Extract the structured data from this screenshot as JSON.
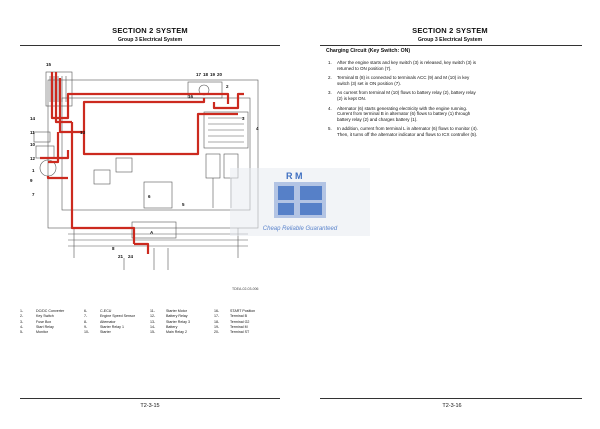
{
  "left_page": {
    "section": "SECTION 2 SYSTEM",
    "group": "Group 3 Electrical System",
    "figure_id": "TDEA-02-03-006",
    "page_number": "T2-3-15",
    "callouts": [
      "15",
      "17",
      "18",
      "19",
      "20",
      "16",
      "2",
      "3",
      "14",
      "11",
      "13",
      "10",
      "12",
      "1",
      "4",
      "9",
      "7",
      "5",
      "6",
      "8",
      "21",
      "24",
      "A"
    ],
    "legend": [
      [
        {
          "num": "1-",
          "label": "DC/DC Converter"
        },
        {
          "num": "2-",
          "label": "Key Switch"
        },
        {
          "num": "3-",
          "label": "Fuse Box"
        },
        {
          "num": "4-",
          "label": "Start Relay"
        },
        {
          "num": "5-",
          "label": "Monitor"
        }
      ],
      [
        {
          "num": "6-",
          "label": "C-ECU"
        },
        {
          "num": "7-",
          "label": "Engine Speed Sensor"
        },
        {
          "num": "8-",
          "label": "Alternator"
        },
        {
          "num": "9-",
          "label": "Starter Relay 1"
        },
        {
          "num": "10-",
          "label": "Starter"
        }
      ],
      [
        {
          "num": "11-",
          "label": "Starter Motor"
        },
        {
          "num": "12-",
          "label": "Battery Relay"
        },
        {
          "num": "13-",
          "label": "Starter Relay 3"
        },
        {
          "num": "14-",
          "label": "Battery"
        },
        {
          "num": "15-",
          "label": "Main Relay 2"
        }
      ],
      [
        {
          "num": "16-",
          "label": "START Position"
        },
        {
          "num": "17-",
          "label": "Terminal B"
        },
        {
          "num": "18-",
          "label": "Terminal G2"
        },
        {
          "num": "19-",
          "label": "Terminal M"
        },
        {
          "num": "20-",
          "label": "Terminal ST"
        }
      ]
    ]
  },
  "right_page": {
    "section": "SECTION 2 SYSTEM",
    "group": "Group 3 Electrical System",
    "heading": "Charging Circuit (Key Switch: ON)",
    "steps": [
      {
        "n": "1.",
        "text": "After the engine starts and key switch (3) is released, key switch (3) is returned to ON position (7)."
      },
      {
        "n": "2.",
        "text": "Terminal B (8) is connected to terminals ACC (9) and M (10) in key switch (3) set in ON position (7)."
      },
      {
        "n": "3.",
        "text": "As current from terminal M (10) flows to battery relay (2), battery relay (2) is kept ON."
      },
      {
        "n": "4.",
        "text": "Alternator (6) starts generating electricity with the engine running. Current from terminal B in alternator (6) flows to battery (1) through battery relay (2) and charges battery (1)."
      },
      {
        "n": "5.",
        "text": "In addition, current from terminal L in alternator (6) flows to monitor (4). Then, it turns off the alternator indicator and flows to ICX controller (5)."
      }
    ],
    "page_number": "T2-3-16"
  },
  "watermark": {
    "letters": "R M",
    "tagline": "Cheap Reliable Guaranteed"
  },
  "colors": {
    "wire_active": "#cc2a1f",
    "wire_inactive": "#555555",
    "watermark_blue": "#3f6fc0"
  }
}
